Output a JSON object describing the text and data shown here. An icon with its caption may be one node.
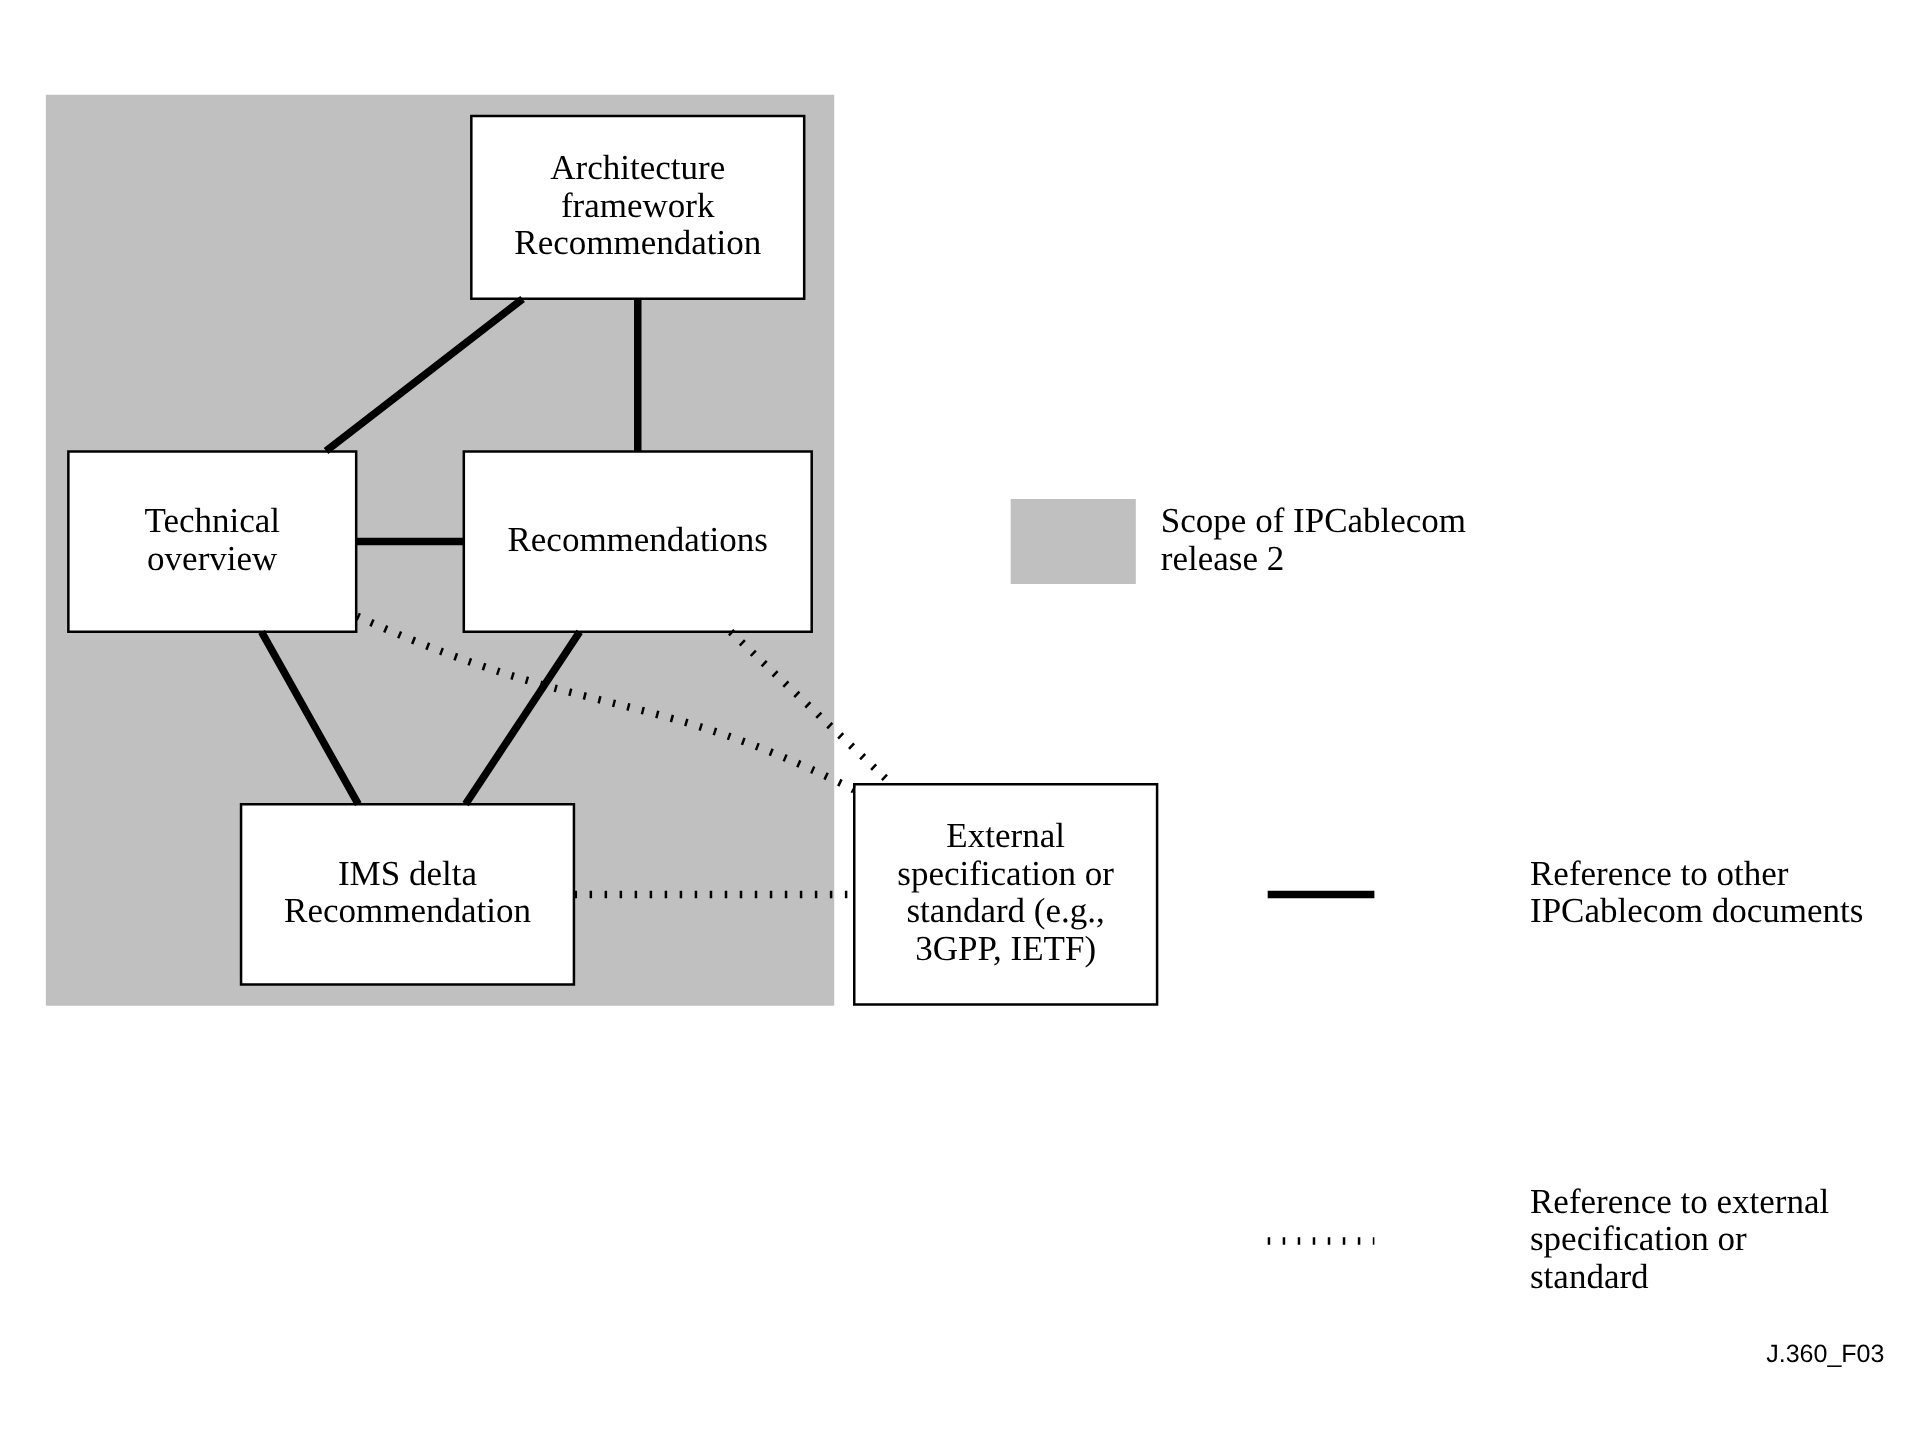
{
  "diagram": {
    "caption": "J.360_F03",
    "nodes": [
      {
        "text": [],
        "shape": "box"
      },
      {
        "text": [
          "Architecture framework Recommendation"
        ],
        "in": 0
      },
      {
        "text": [
          "Technical overview"
        ],
        "in": 0
      },
      {
        "text": [
          "Recommendations"
        ],
        "in": 0
      },
      {
        "text": [
          "IMS delta Recommendation"
        ],
        "in": 0
      },
      {
        "text": [
          "External specification or standard (e.g., 3GPP, IETF)"
        ]
      }
    ],
    "edges": [
      {
        "from": 1,
        "to": 2,
        "arrow": "none"
      },
      {
        "from": 1,
        "to": 3,
        "arrow": "none"
      },
      {
        "from": 2,
        "to": 3,
        "arrow": "none"
      },
      {
        "from": 2,
        "to": 4,
        "arrow": "none"
      },
      {
        "from": 3,
        "to": 4,
        "arrow": "none"
      },
      {
        "from": 2,
        "to": 5,
        "arrow": "none",
        "style": "dashed"
      },
      {
        "from": 3,
        "to": 5,
        "arrow": "none",
        "style": "dashed"
      },
      {
        "from": 4,
        "to": 5,
        "arrow": "none",
        "style": "dashed"
      }
    ],
    "legend": [
      {
        "text": "Scope of IPCablecom release 2",
        "color": "#c0c0c0"
      },
      {
        "text": "Reference to other IPCablecom documents"
      },
      {
        "text": "Reference to external specification or standard"
      }
    ]
  }
}
